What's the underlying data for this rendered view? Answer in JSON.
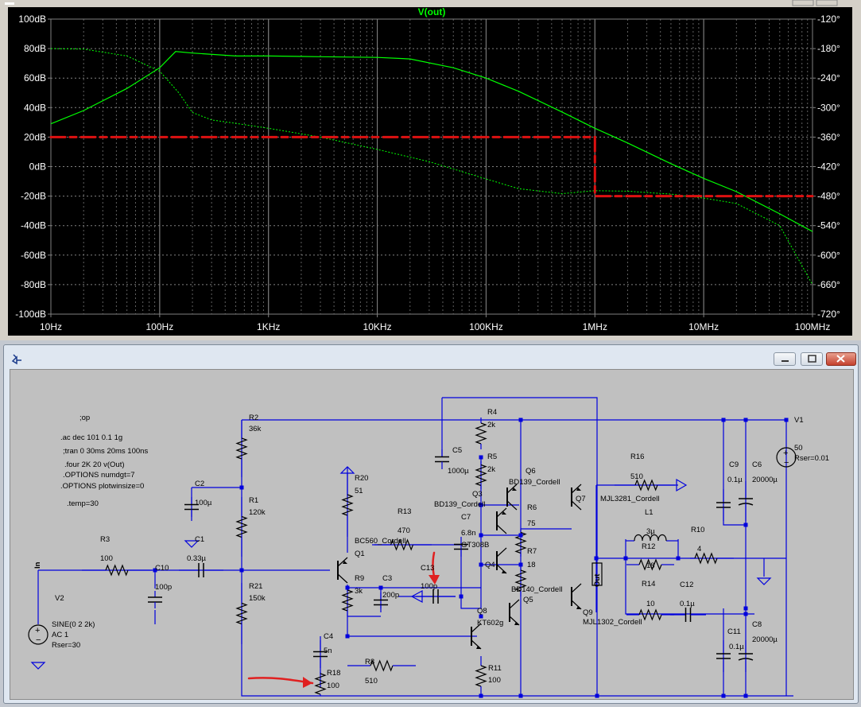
{
  "plot": {
    "trace_name": "V(out)",
    "y_left_labels": [
      "100dB",
      "80dB",
      "60dB",
      "40dB",
      "20dB",
      "0dB",
      "-20dB",
      "-40dB",
      "-60dB",
      "-80dB",
      "-100dB"
    ],
    "y_right_labels": [
      "-120°",
      "-180°",
      "-240°",
      "-300°",
      "-360°",
      "-420°",
      "-480°",
      "-540°",
      "-600°",
      "-660°",
      "-720°"
    ],
    "x_labels": [
      "10Hz",
      "100Hz",
      "1KHz",
      "10KHz",
      "100KHz",
      "1MHz",
      "10MHz",
      "100MHz"
    ],
    "colors": {
      "background": "#000000",
      "grid": "#808080",
      "trace": "#00ff00",
      "annotation": "#dd1111",
      "title": "#00ff00",
      "axis_text": "#ffffff"
    }
  },
  "chart_data": {
    "type": "line",
    "title": "V(out)",
    "xlabel": "",
    "ylabel": "",
    "y2label": "",
    "x_scale": "log",
    "xlim": [
      10,
      100000000
    ],
    "ylim": [
      -100,
      100
    ],
    "y2lim": [
      -720,
      -120
    ],
    "grid": true,
    "series": [
      {
        "axis": "left",
        "style": "solid",
        "x": [
          10,
          20,
          50,
          100,
          140,
          200,
          500,
          1000,
          3000,
          10000,
          20000,
          50000,
          100000,
          200000,
          500000,
          1000000,
          2000000,
          5000000,
          10000000,
          20000000,
          50000000,
          100000000
        ],
        "y": [
          29,
          38,
          53,
          67,
          78,
          77,
          75,
          75,
          74.5,
          74,
          73,
          67,
          60,
          51,
          37,
          26,
          16,
          2,
          -8,
          -17,
          -32,
          -44
        ]
      },
      {
        "axis": "right",
        "style": "dotted",
        "x": [
          10,
          20,
          50,
          100,
          150,
          200,
          300,
          500,
          1000,
          3000,
          10000,
          30000,
          100000,
          200000,
          500000,
          1000000,
          2000000,
          5000000,
          10000000,
          20000000,
          50000000,
          100000000
        ],
        "y": [
          -180,
          -181,
          -195,
          -226,
          -270,
          -310,
          -325,
          -332,
          -342,
          -360,
          -385,
          -410,
          -445,
          -465,
          -475,
          -469,
          -470,
          -476,
          -484,
          -495,
          -540,
          -660
        ]
      },
      {
        "axis": "left",
        "style": "annotation",
        "x": [
          10,
          1000000,
          1000000,
          100000000
        ],
        "y": [
          20,
          20,
          -20,
          -20
        ]
      }
    ]
  },
  "schematic": {
    "window_controls": {
      "minimize": "minimize",
      "restore": "restore",
      "close": "close"
    },
    "directives": [
      ";op",
      ".ac dec 101 0.1 1g",
      ";tran 0 30ms 20ms 100ns",
      ".four 2K 20 v(Out)",
      ".OPTIONS numdgt=7",
      ".OPTIONS plotwinsize=0",
      ".temp=30"
    ],
    "labels": [
      "R2",
      "36k",
      "R1",
      "120k",
      "C2",
      "100µ",
      "R21",
      "150k",
      "R3",
      "100",
      "C10",
      "100p",
      "C1",
      "0.33µ",
      "In",
      "V2",
      "SINE(0 2 2k)",
      "AC 1",
      "Rser=30",
      "R20",
      "51",
      "BC560_Cordell",
      "Q1",
      "R9",
      "3k",
      "C3",
      "200p",
      "C4",
      "5n",
      "R18",
      "100",
      "R8",
      "510",
      "Q8",
      "KT602g",
      "R11",
      "100",
      "R13",
      "470",
      "C13",
      "100p",
      "C5",
      "1000µ",
      "R4",
      "2k",
      "R5",
      "2k",
      "Q3",
      "BD139_Cordell",
      "C7",
      "6.8n",
      "GT308B",
      "Q4",
      "Q6",
      "BD139_Cordell",
      "R6",
      "75",
      "R7",
      "18",
      "BD140_Cordell",
      "Q5",
      "Q7",
      "MJL3281_Cordell",
      "Q9",
      "MJL1302_Cordell",
      "Out",
      "R16",
      "510",
      "L1",
      "3µ",
      "R12",
      "18",
      "R14",
      "10",
      "R10",
      "4",
      "C12",
      "0.1µ",
      "C9",
      "0.1µ",
      "C6",
      "20000µ",
      "C11",
      "0.1µ",
      "C8",
      "20000µ",
      "V1",
      "50",
      "Rser=0.01"
    ]
  }
}
